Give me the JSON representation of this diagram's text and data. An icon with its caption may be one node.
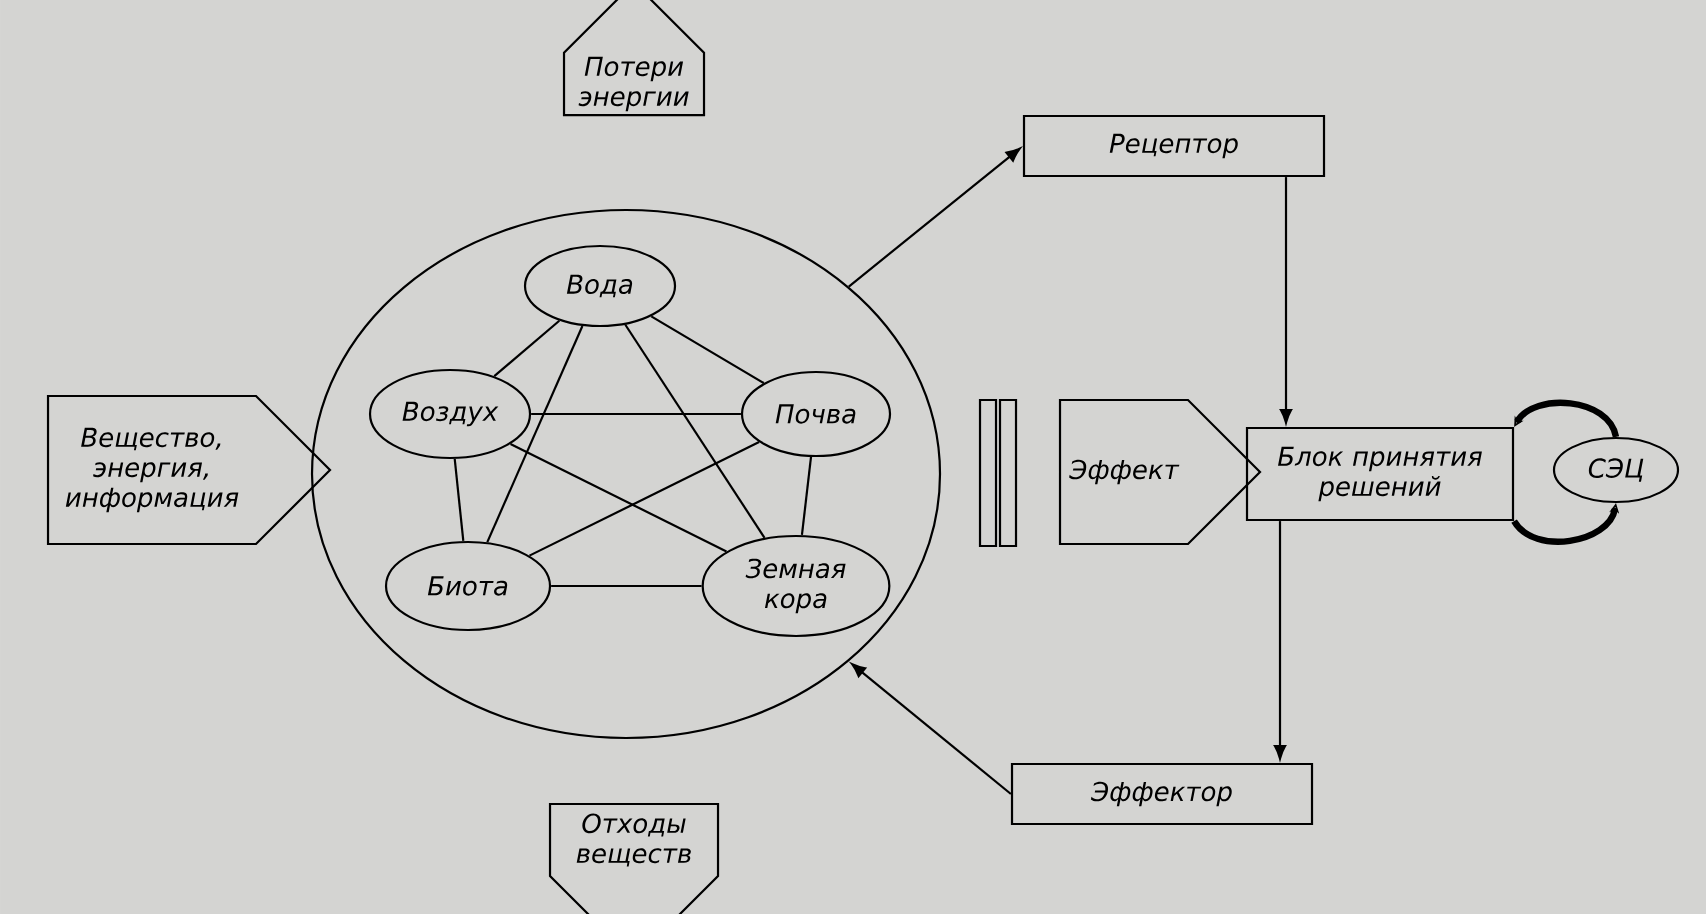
{
  "diagram": {
    "nodes": [
      {
        "text": [],
        "shape": "circle"
      },
      {
        "text": [
          "Вода"
        ],
        "in": 0
      },
      {
        "text": [
          "Воздух"
        ],
        "in": 0
      },
      {
        "text": [
          "Почва"
        ],
        "in": 0
      },
      {
        "text": [
          "Биота"
        ],
        "in": 0
      },
      {
        "text": [
          "Земная кора"
        ],
        "in": 0
      },
      {
        "text": [
          "Вещество, энергия, информация"
        ]
      },
      {
        "text": [
          "Потери энергии"
        ]
      },
      {
        "text": [
          "Отходы веществ"
        ]
      },
      {
        "text": [
          "Рецептор"
        ]
      },
      {
        "text": [
          "Эффект"
        ]
      },
      {
        "text": [
          "Блок принятия решений"
        ]
      },
      {
        "text": [
          "СЭЦ"
        ]
      },
      {
        "text": [
          "Эффектор"
        ]
      }
    ],
    "edges": [
      {
        "from": 1,
        "to": 2,
        "arrow": "none"
      },
      {
        "from": 1,
        "to": 3,
        "arrow": "none"
      },
      {
        "from": 2,
        "to": 4,
        "arrow": "none"
      },
      {
        "from": 3,
        "to": 5,
        "arrow": "none"
      },
      {
        "from": 4,
        "to": 5,
        "arrow": "none"
      },
      {
        "from": 1,
        "to": 4,
        "arrow": "none"
      },
      {
        "from": 1,
        "to": 5,
        "arrow": "none"
      },
      {
        "from": 2,
        "to": 3,
        "arrow": "none"
      },
      {
        "from": 2,
        "to": 5,
        "arrow": "none"
      },
      {
        "from": 3,
        "to": 4,
        "arrow": "none"
      },
      {
        "from": 0,
        "to": 9,
        "arrow": "to"
      },
      {
        "from": 9,
        "to": 11,
        "arrow": "to"
      },
      {
        "from": 11,
        "to": 13,
        "arrow": "to"
      },
      {
        "from": 13,
        "to": 0,
        "arrow": "to"
      },
      {
        "from": 12,
        "to": 11,
        "arrow": "to",
        "style": "thick"
      },
      {
        "from": 11,
        "to": 12,
        "arrow": "to",
        "style": "thick"
      }
    ]
  }
}
